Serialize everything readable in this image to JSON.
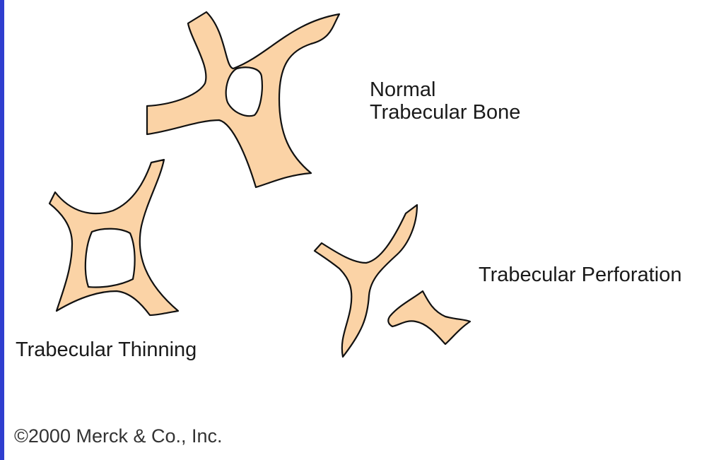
{
  "labels": {
    "normal_line1": "Normal",
    "normal_line2": "Trabecular Bone",
    "thinning": "Trabecular Thinning",
    "perforation": "Trabecular Perforation"
  },
  "copyright": "©2000 Merck & Co., Inc.",
  "colors": {
    "bone_fill": "#fbd3a6",
    "outline": "#111111",
    "left_border": "#2f3ecf"
  }
}
